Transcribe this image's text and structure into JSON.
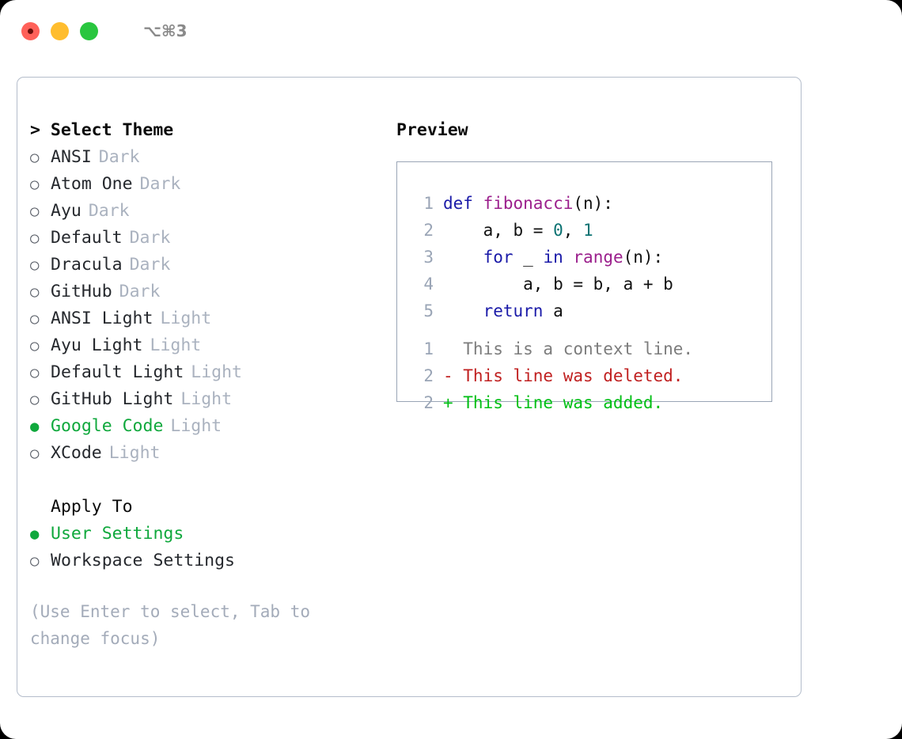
{
  "titlebar": {
    "shortcut": "⌥⌘3",
    "buttons": [
      {
        "name": "close",
        "color": "#ff6159"
      },
      {
        "name": "minimize",
        "color": "#ffbd2e"
      },
      {
        "name": "maximize",
        "color": "#29c63f"
      }
    ]
  },
  "theme_picker": {
    "header": "> Select Theme",
    "bullet_unselected": "○",
    "bullet_selected": "●",
    "items": [
      {
        "label": "ANSI",
        "category": "Dark",
        "selected": false
      },
      {
        "label": "Atom One",
        "category": "Dark",
        "selected": false
      },
      {
        "label": "Ayu",
        "category": "Dark",
        "selected": false
      },
      {
        "label": "Default",
        "category": "Dark",
        "selected": false
      },
      {
        "label": "Dracula",
        "category": "Dark",
        "selected": false
      },
      {
        "label": "GitHub",
        "category": "Dark",
        "selected": false
      },
      {
        "label": "ANSI Light",
        "category": "Light",
        "selected": false
      },
      {
        "label": "Ayu Light",
        "category": "Light",
        "selected": false
      },
      {
        "label": "Default Light",
        "category": "Light",
        "selected": false
      },
      {
        "label": "GitHub Light",
        "category": "Light",
        "selected": false
      },
      {
        "label": "Google Code",
        "category": "Light",
        "selected": true
      },
      {
        "label": "XCode",
        "category": "Light",
        "selected": false
      }
    ]
  },
  "apply_to": {
    "header": "Apply To",
    "items": [
      {
        "label": "User Settings",
        "selected": true
      },
      {
        "label": "Workspace Settings",
        "selected": false
      }
    ]
  },
  "hint": "(Use Enter to select, Tab to change focus)",
  "preview": {
    "title": "Preview",
    "code": [
      {
        "lineno": "1",
        "tokens": [
          {
            "t": "def ",
            "c": "kw"
          },
          {
            "t": "fibonacci",
            "c": "fn"
          },
          {
            "t": "(n):",
            "c": "pl"
          }
        ]
      },
      {
        "lineno": "2",
        "tokens": [
          {
            "t": "    a, b = ",
            "c": "pl"
          },
          {
            "t": "0",
            "c": "num"
          },
          {
            "t": ", ",
            "c": "pl"
          },
          {
            "t": "1",
            "c": "num"
          }
        ]
      },
      {
        "lineno": "3",
        "tokens": [
          {
            "t": "    ",
            "c": "pl"
          },
          {
            "t": "for",
            "c": "kw"
          },
          {
            "t": " _ ",
            "c": "pl"
          },
          {
            "t": "in",
            "c": "kw"
          },
          {
            "t": " ",
            "c": "pl"
          },
          {
            "t": "range",
            "c": "fn"
          },
          {
            "t": "(n):",
            "c": "pl"
          }
        ]
      },
      {
        "lineno": "4",
        "tokens": [
          {
            "t": "        a, b = b, a + b",
            "c": "pl"
          }
        ]
      },
      {
        "lineno": "5",
        "tokens": [
          {
            "t": "    ",
            "c": "pl"
          },
          {
            "t": "return",
            "c": "kw"
          },
          {
            "t": " a",
            "c": "pl"
          }
        ]
      }
    ],
    "diff": [
      {
        "lineno": "1",
        "marker": "  ",
        "text": "This is a context line.",
        "kind": "ctx"
      },
      {
        "lineno": "2",
        "marker": "- ",
        "text": "This line was deleted.",
        "kind": "del"
      },
      {
        "lineno": "2",
        "marker": "+ ",
        "text": "This line was added.",
        "kind": "add"
      }
    ]
  },
  "colors": {
    "accent_green": "#0fa83c",
    "muted": "#aab2bf",
    "border": "#b4bdcb",
    "preview_border": "#9aa5b6",
    "keyword": "#1a1aa8",
    "function": "#9b1f8c",
    "number": "#0b7272",
    "diff_add": "#00bf14",
    "diff_del": "#c02020",
    "diff_ctx": "#7c7c7c"
  }
}
